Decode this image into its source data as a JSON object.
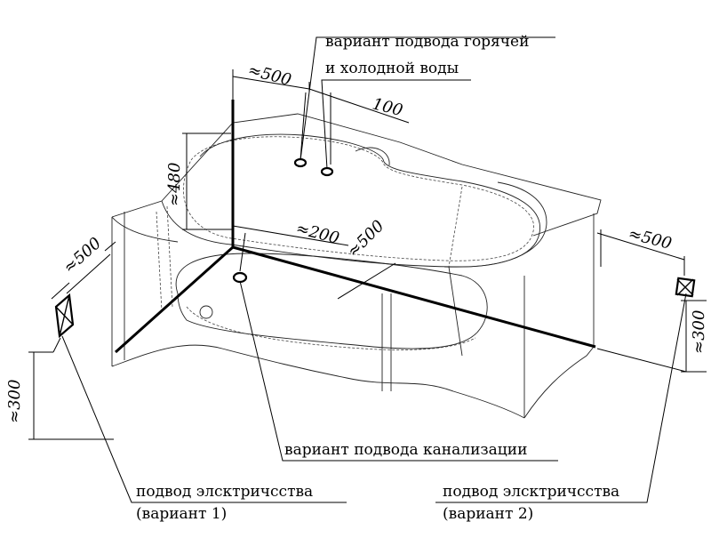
{
  "labels": {
    "water_line1": "вариант подвода горячей",
    "water_line2": "и холодной воды",
    "drain": "вариант подвода канализации",
    "power1_line1": "подвод элсктричсства",
    "power1_line2": "(вариант 1)",
    "power2_line1": "подвод элсктричсства",
    "power2_line2": "(вариант 2)"
  },
  "dimensions": {
    "top_500": "≈500",
    "top_100": "100",
    "height_480": "≈480",
    "mid_200": "≈200",
    "mid_500": "≈500",
    "left_500": "≈500",
    "left_300": "≈300",
    "right_500": "≈500",
    "right_300": "≈300"
  }
}
